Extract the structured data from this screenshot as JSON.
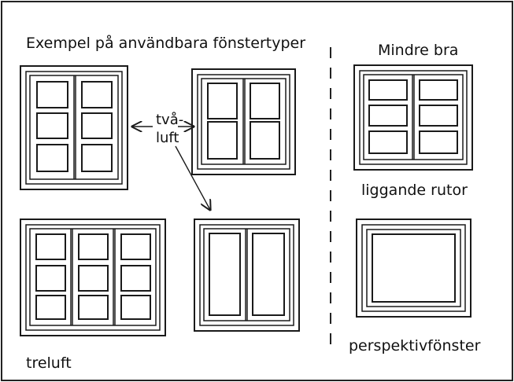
{
  "heading_left": "Exempel på användbara fönstertyper",
  "heading_right": "Mindre bra",
  "label_tvaluft_1": "två-",
  "label_tvaluft_2": "luft",
  "label_treluft": "treluft",
  "label_liggande": "liggande rutor",
  "label_perspektiv": "perspektivfönster",
  "colors": {
    "ink": "#1a1a1a",
    "border": "#222222",
    "background": "#ffffff"
  }
}
